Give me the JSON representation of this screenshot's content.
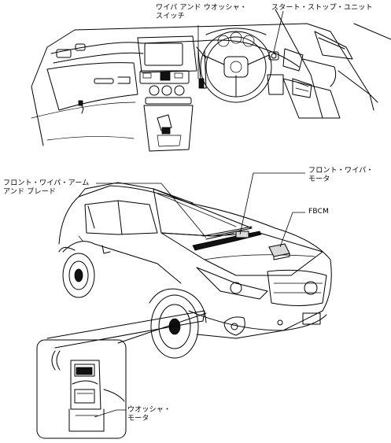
{
  "labels": {
    "wiper_washer_switch": [
      "ワイパ アンド ウオッシャ・",
      "スイッチ"
    ],
    "start_stop_unit": "スタート・ストップ・ユニット",
    "front_wiper_arm_blade": [
      "フロント・ワイパ・アーム",
      "アンド ブレード"
    ],
    "front_wiper_motor": [
      "フロント・ワイパ・",
      "モータ"
    ],
    "fbcm": "FBCM",
    "washer_motor": [
      "ウオッシャ・",
      "モータ"
    ]
  }
}
